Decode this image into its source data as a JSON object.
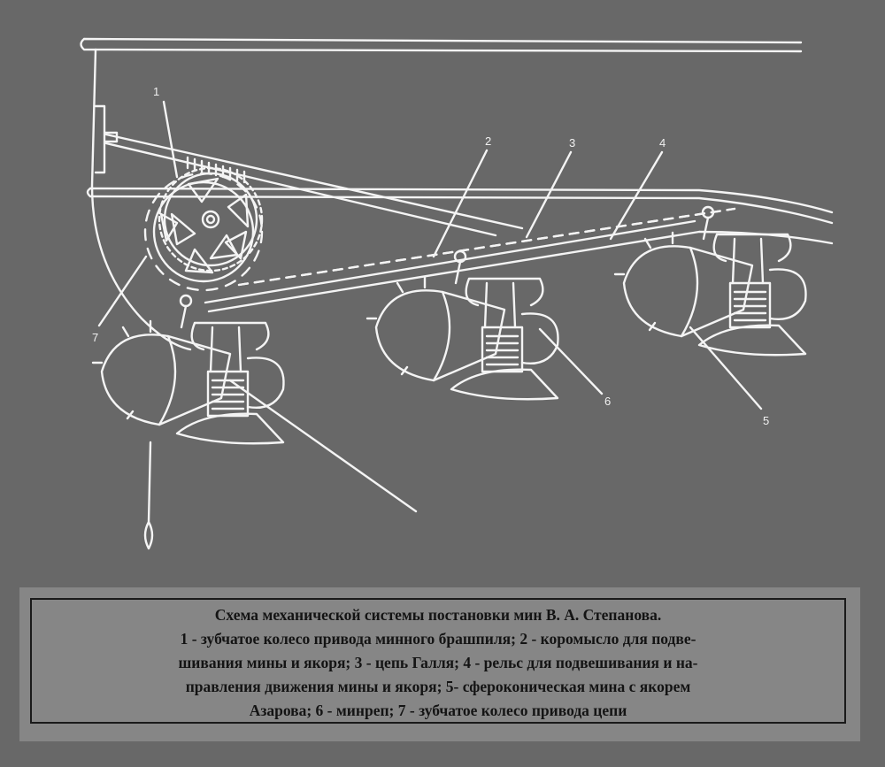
{
  "diagram": {
    "callouts": [
      "1",
      "2",
      "3",
      "4",
      "5",
      "6",
      "7"
    ]
  },
  "caption": {
    "title": "Схема механической системы постановки мин В. А. Степанова.",
    "lines": [
      "1 - зубчатое  колесо привода минного брашпиля;  2 - коромысло для подве-",
      "шивания  мины и якоря; 3 -  цепь Галля; 4 - рельс для подвешивания и на-",
      "правления движения мины и  якоря; 5- сфероконическая  мина с  якорем",
      "Азарова; 6 - минреп; 7 - зубчатое колесо привода цепи"
    ]
  },
  "colors": {
    "background": "#686868",
    "lines": "#f4f4f4",
    "caption_panel": "#868686"
  }
}
